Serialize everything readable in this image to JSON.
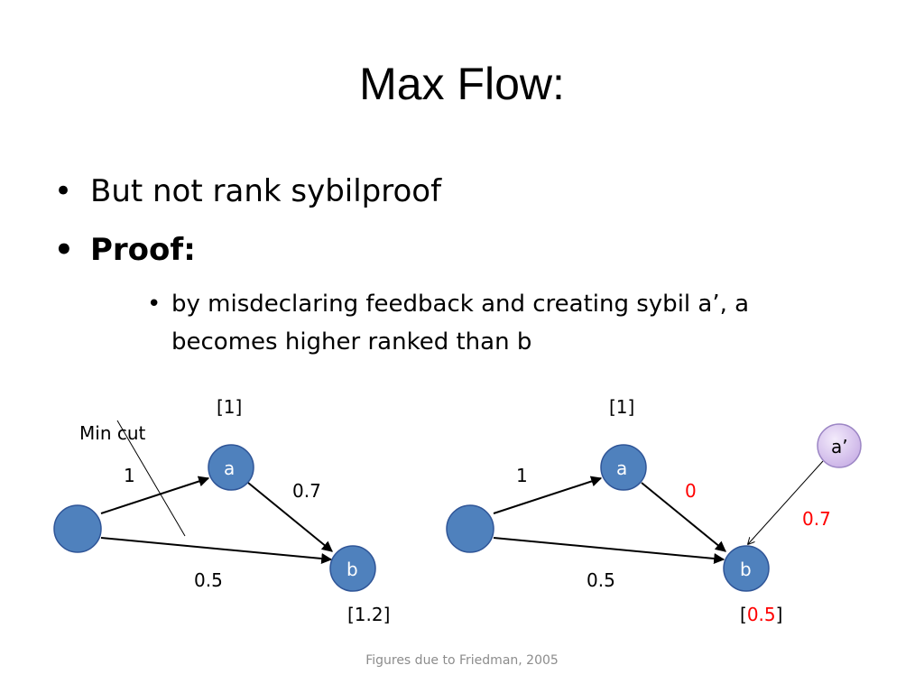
{
  "title": "Max Flow:",
  "bullets": [
    {
      "marker": "•",
      "text": "But not rank sybilproof"
    },
    {
      "marker": "•",
      "text": "Proof:"
    }
  ],
  "sub_bullet": {
    "marker": "•",
    "text": "by misdeclaring feedback and creating sybil a’, a becomes higher ranked than b"
  },
  "left_graph": {
    "rank_a": "[1]",
    "min_cut_label": "Min cut",
    "edge_source_a": "1",
    "edge_a_b": "0.7",
    "edge_source_b": "0.5",
    "node_a": "a",
    "node_b": "b",
    "rank_b": "[1.2]"
  },
  "right_graph": {
    "rank_a": "[1]",
    "edge_source_a": "1",
    "edge_a_b": "0",
    "edge_aprime_b": "0.7",
    "edge_source_b": "0.5",
    "node_a": "a",
    "node_b": "b",
    "node_aprime": "a’",
    "rank_b_open": "[",
    "rank_b_value": "0.5",
    "rank_b_close": "]"
  },
  "colors": {
    "node_fill": "#4f81bd",
    "sybil_fill": "#d9c6ef",
    "highlight": "#ff0000"
  },
  "footer": "Figures due to Friedman, 2005"
}
